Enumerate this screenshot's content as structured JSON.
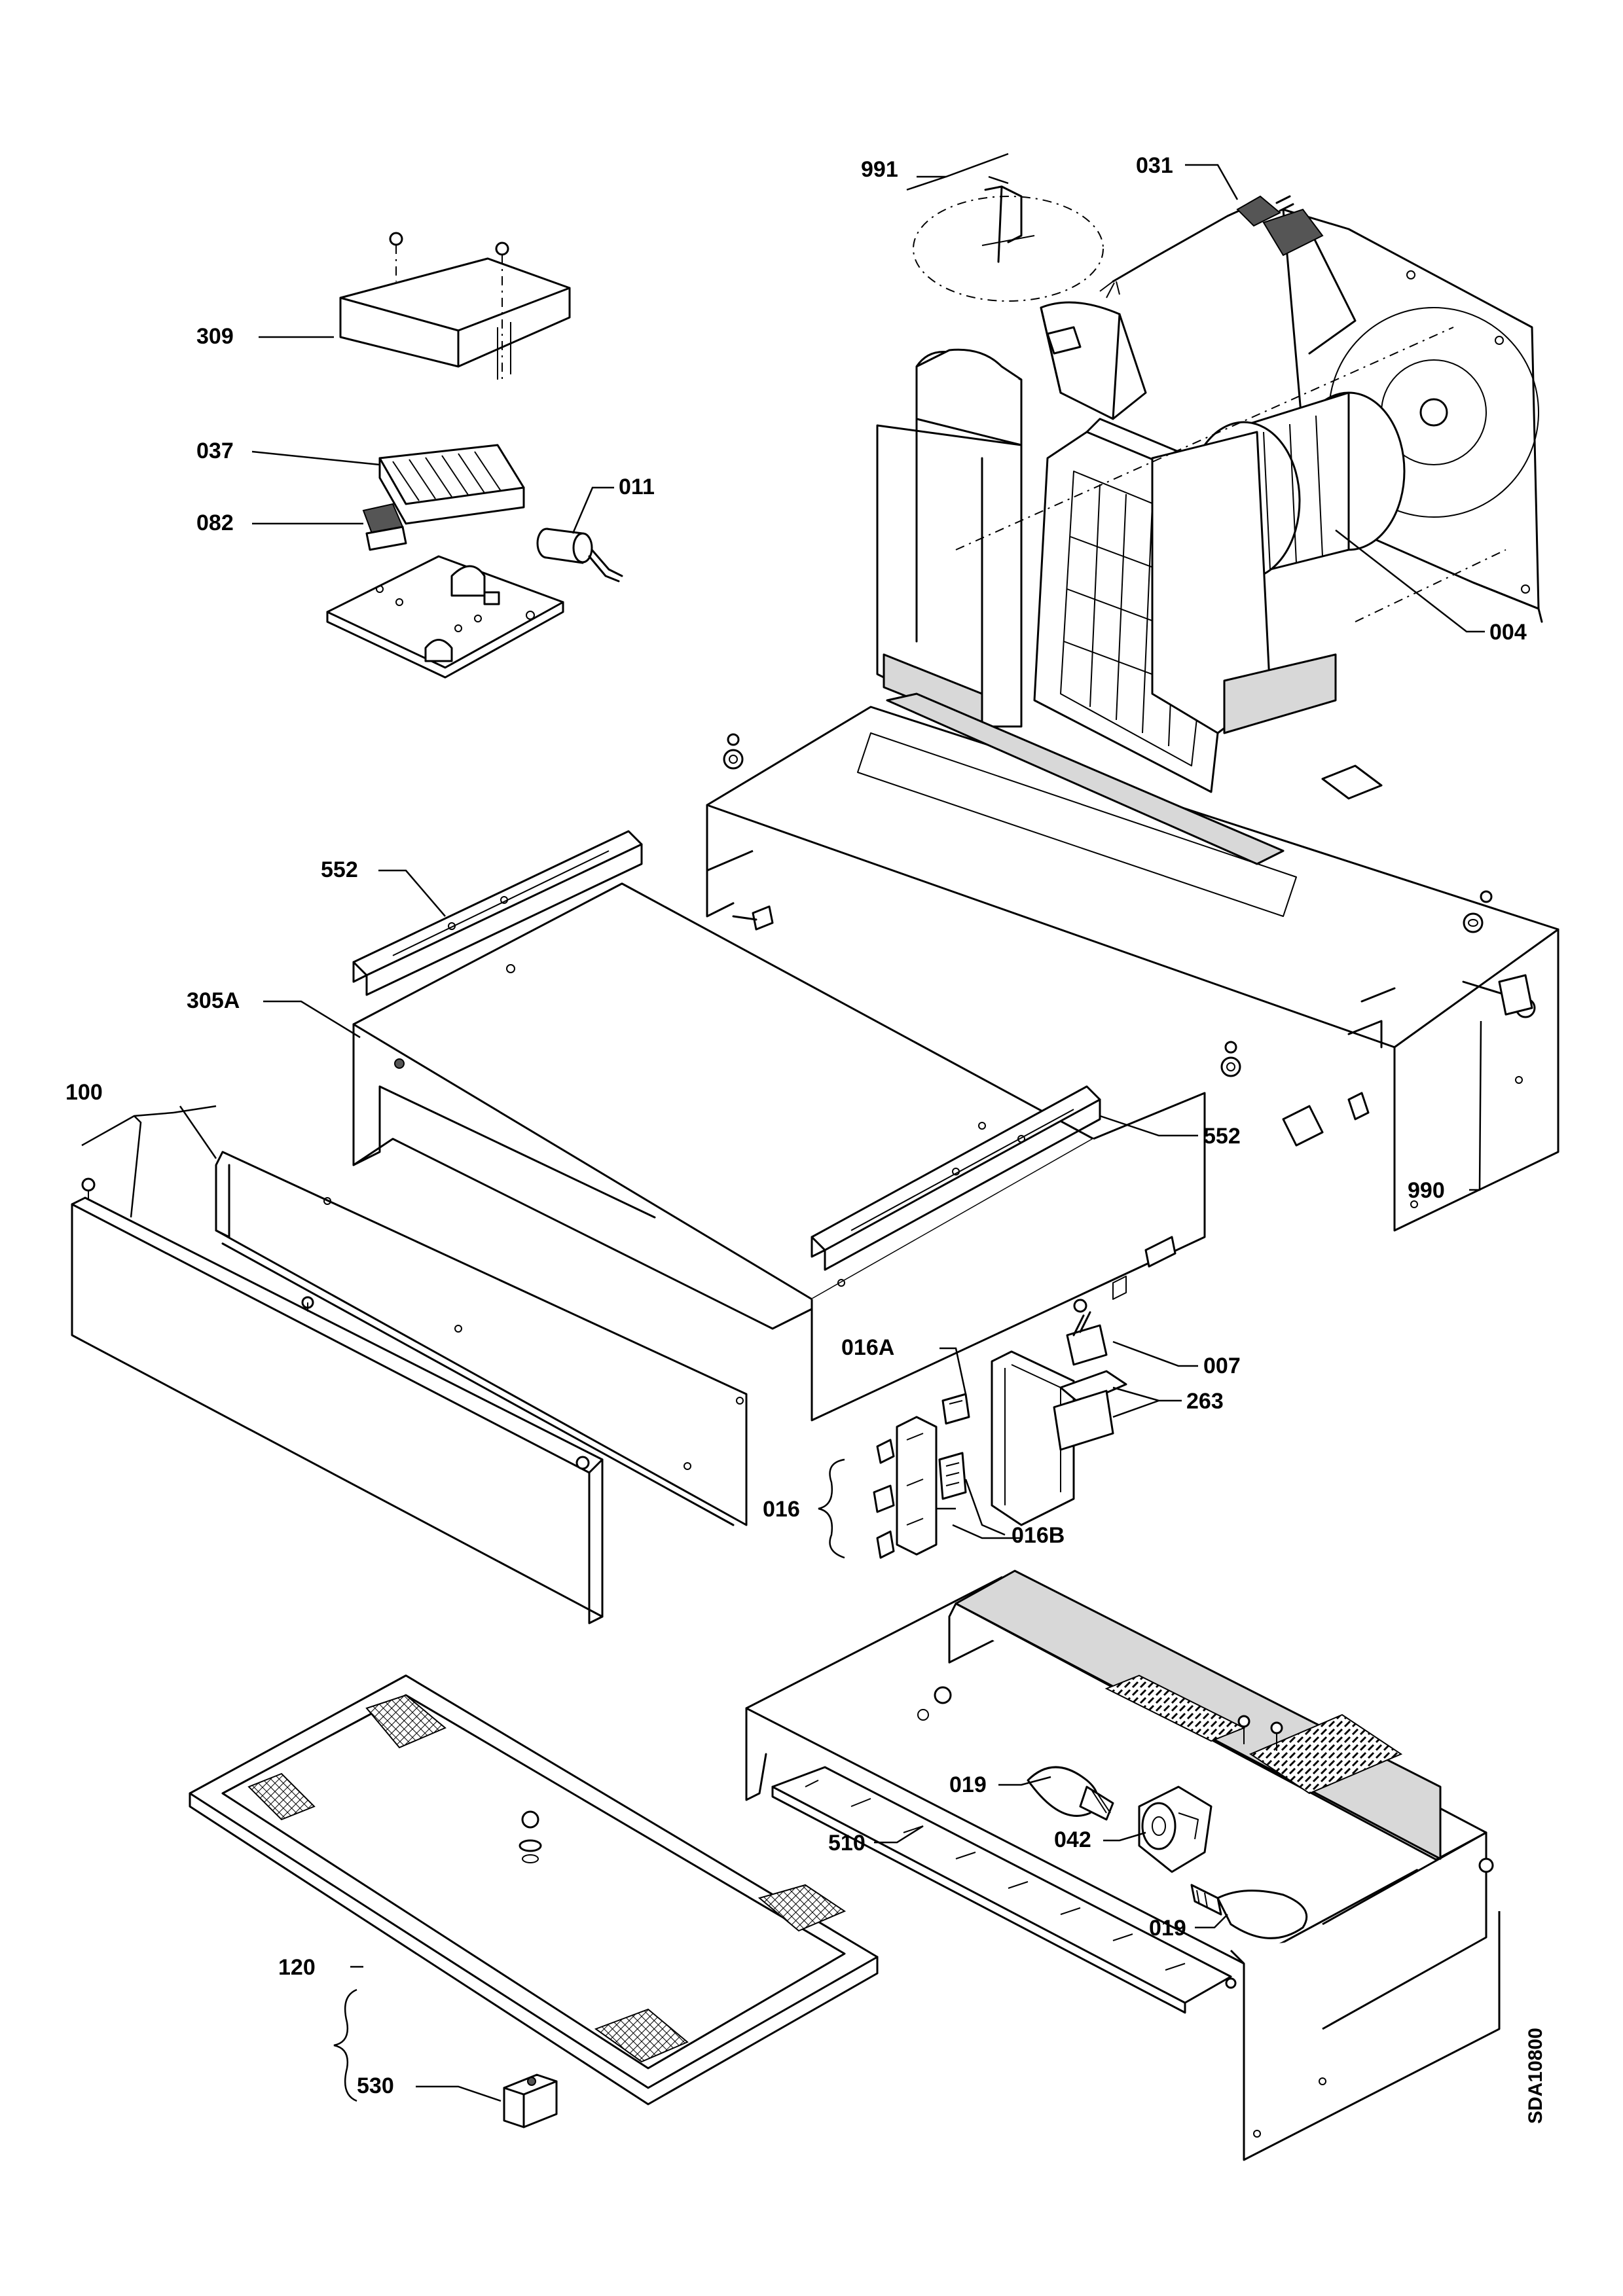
{
  "labels": {
    "p991": "991",
    "p031": "031",
    "p309": "309",
    "p037": "037",
    "p082": "082",
    "p011": "011",
    "p004": "004",
    "p552a": "552",
    "p305A": "305A",
    "p100": "100",
    "p552b": "552",
    "p990": "990",
    "p016A": "016A",
    "p007": "007",
    "p263": "263",
    "p016": "016",
    "p016B": "016B",
    "p019a": "019",
    "p042": "042",
    "p510": "510",
    "p019b": "019",
    "p120": "120",
    "p530": "530"
  },
  "document_id": "SDA10800"
}
